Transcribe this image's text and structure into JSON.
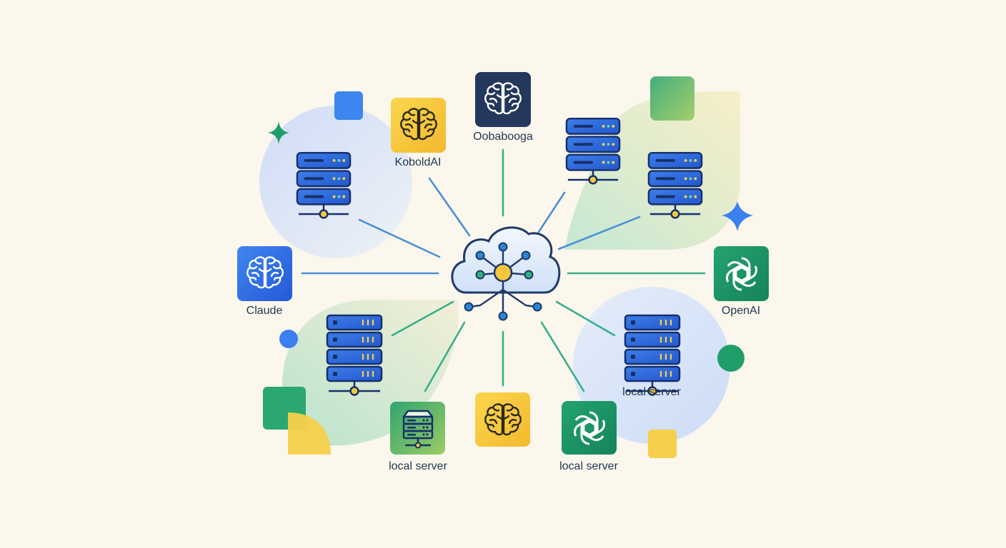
{
  "colors": {
    "background": "#fbf7ec",
    "blue": "#2f6fe0",
    "navy": "#24375c",
    "green": "#1f9e6a",
    "yellow": "#f6c63d",
    "line_blue": "#4a8fd8",
    "line_green": "#36b08a"
  },
  "nodes": [
    {
      "id": "koboldai",
      "label": "KoboldAI",
      "icon": "brain-icon"
    },
    {
      "id": "oobabooga",
      "label": "Oobabooga",
      "icon": "brain-icon"
    },
    {
      "id": "claude",
      "label": "Claude",
      "icon": "brain-icon"
    },
    {
      "id": "openai",
      "label": "OpenAI",
      "icon": "openai-knot-icon"
    },
    {
      "id": "local-server-1",
      "label": "local server",
      "icon": "server-icon"
    },
    {
      "id": "local-server-2",
      "label": "local server",
      "icon": "openai-knot-icon"
    },
    {
      "id": "local-server-3",
      "label": "local server",
      "icon": "server-rack-icon"
    }
  ],
  "hub": {
    "icon": "cloud-network-icon"
  }
}
